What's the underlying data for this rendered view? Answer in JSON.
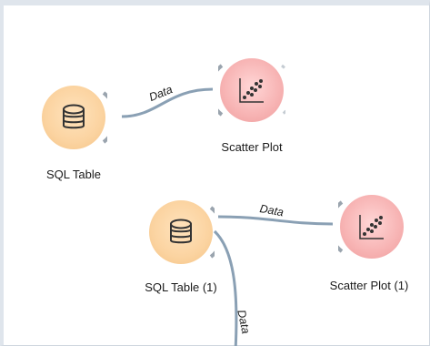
{
  "canvas": {
    "nodes": [
      {
        "id": "sql-table",
        "title": "SQL Table",
        "icon": "database-icon",
        "color": "#fbd3a0"
      },
      {
        "id": "scatter-plot",
        "title": "Scatter Plot",
        "icon": "scatter-plot-icon",
        "color": "#f7b3b3"
      },
      {
        "id": "sql-table-1",
        "title": "SQL Table (1)",
        "icon": "database-icon",
        "color": "#fbd3a0"
      },
      {
        "id": "scatter-plot-1",
        "title": "Scatter Plot (1)",
        "icon": "scatter-plot-icon",
        "color": "#f7b3b3"
      }
    ],
    "links": [
      {
        "from": "sql-table",
        "to": "scatter-plot",
        "label": "Data"
      },
      {
        "from": "sql-table-1",
        "to": "scatter-plot-1",
        "label": "Data"
      },
      {
        "from": "sql-table-1",
        "to": "offscreen",
        "label": "Data"
      }
    ],
    "link_color": "#8aa0b4"
  }
}
